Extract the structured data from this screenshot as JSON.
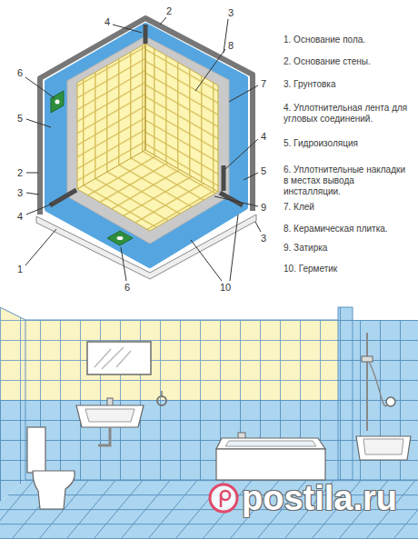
{
  "diagram": {
    "labels": [
      "2",
      "3",
      "4",
      "8",
      "6",
      "7",
      "5",
      "4",
      "5",
      "2",
      "3",
      "9",
      "4",
      "3",
      "1",
      "6",
      "10",
      "1. Основание пола.",
      "2. Основание стены.",
      "3. Грунтовка",
      "4. Уплотнительная лента для угловых соединений.",
      "5. Гидроизоляция",
      "6. Уплотнительные накладки в местах вывода инсталляции.",
      "7. Клей",
      "8. Керамическая плитка.",
      "9. Затирка",
      "10. Герметик",
      "postila.ru"
    ]
  }
}
